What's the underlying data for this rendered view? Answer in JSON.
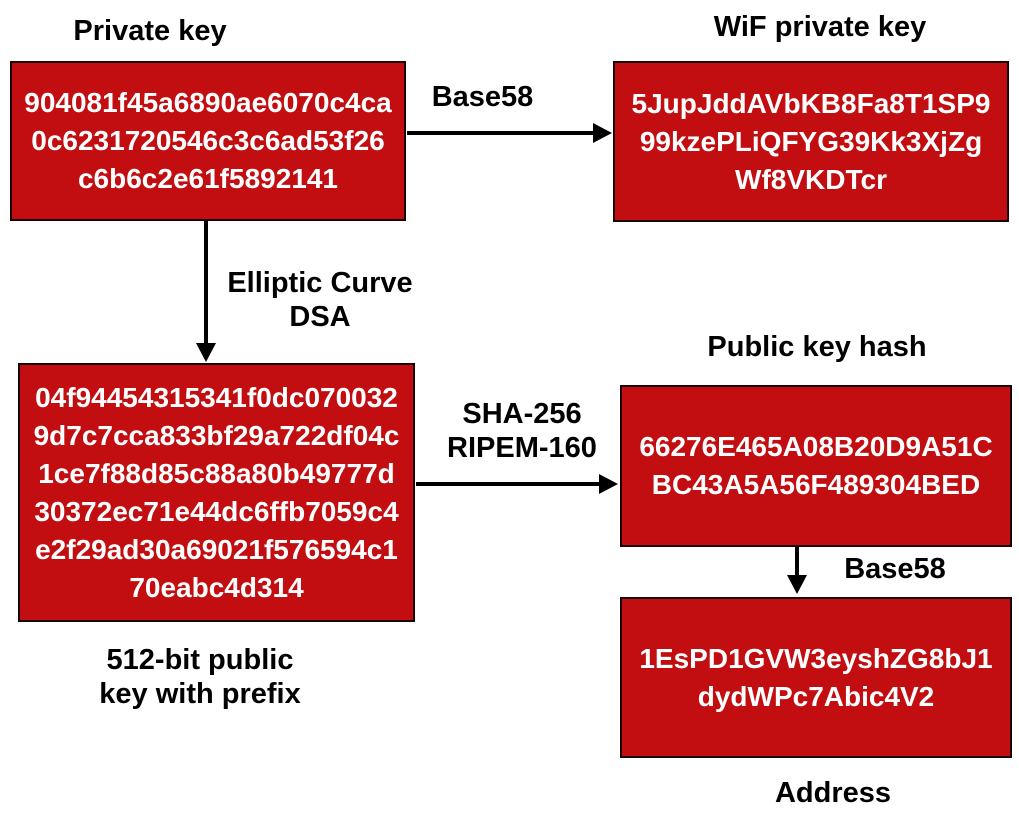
{
  "colors": {
    "box_fill": "#c20d11",
    "box_border": "#1a0000",
    "box_text": "#ffffff",
    "label_text": "#000000",
    "arrow": "#000000",
    "background": "#ffffff"
  },
  "nodes": {
    "private_key": {
      "title": "Private key",
      "lines": [
        "904081f45a6890ae6070c4ca",
        "0c6231720546c3c6ad53f26",
        "c6b6c2e61f5892141"
      ]
    },
    "wif_private_key": {
      "title": "WiF private key",
      "lines": [
        "5JupJddAVbKB8Fa8T1SP9",
        "99kzePLiQFYG39Kk3XjZg",
        "Wf8VKDTcr"
      ]
    },
    "public_key": {
      "title_lines": [
        "512-bit public",
        "key with prefix"
      ],
      "lines": [
        "04f94454315341f0dc070032",
        "9d7c7cca833bf29a722df04c",
        "1ce7f88d85c88a80b49777d",
        "30372ec71e44dc6ffb7059c4",
        "e2f29ad30a69021f576594c1",
        "70eabc4d314"
      ]
    },
    "public_key_hash": {
      "title": "Public key hash",
      "lines": [
        "66276E465A08B20D9A51C",
        "BC43A5A56F489304BED"
      ]
    },
    "address": {
      "title": "Address",
      "lines": [
        "1EsPD1GVW3eyshZG8bJ1",
        "dydWPc7Abic4V2"
      ]
    }
  },
  "edges": {
    "private_to_wif": {
      "label": "Base58"
    },
    "private_to_public": {
      "label_lines": [
        "Elliptic Curve",
        "DSA"
      ]
    },
    "public_to_hash": {
      "label_lines": [
        "SHA-256",
        "RIPEM-160"
      ]
    },
    "hash_to_address": {
      "label": "Base58"
    }
  }
}
